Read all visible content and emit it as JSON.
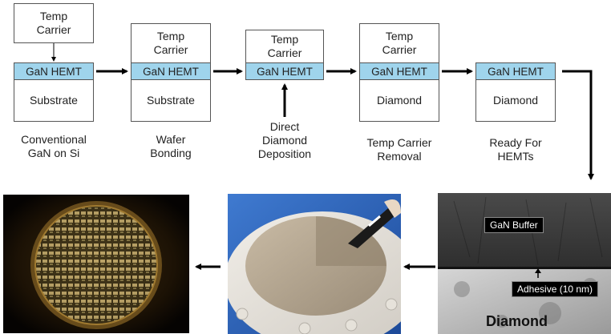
{
  "steps": [
    {
      "top": "Temp\nCarrier",
      "layer": "GaN HEMT",
      "bottom": "Substrate",
      "caption": "Conventional\nGaN on Si"
    },
    {
      "top": "Temp\nCarrier",
      "layer": "GaN HEMT",
      "bottom": "Substrate",
      "caption": "Wafer\nBonding"
    },
    {
      "top": "Temp\nCarrier",
      "layer": "GaN HEMT",
      "bottom": "",
      "caption": "Direct\nDiamond\nDeposition"
    },
    {
      "top": "Temp\nCarrier",
      "layer": "GaN HEMT",
      "bottom": "Diamond",
      "caption": "Temp Carrier\nRemoval"
    },
    {
      "top": "",
      "layer": "GaN HEMT",
      "bottom": "Diamond",
      "caption": "Ready For\nHEMTs"
    }
  ],
  "tem_image": {
    "buffer_label": "GaN Buffer",
    "adhesive_label": "Adhesive (10 nm)",
    "diamond_label": "Diamond"
  },
  "colors": {
    "hemt_layer": "#9fd4ec",
    "arrow": "#000000"
  }
}
